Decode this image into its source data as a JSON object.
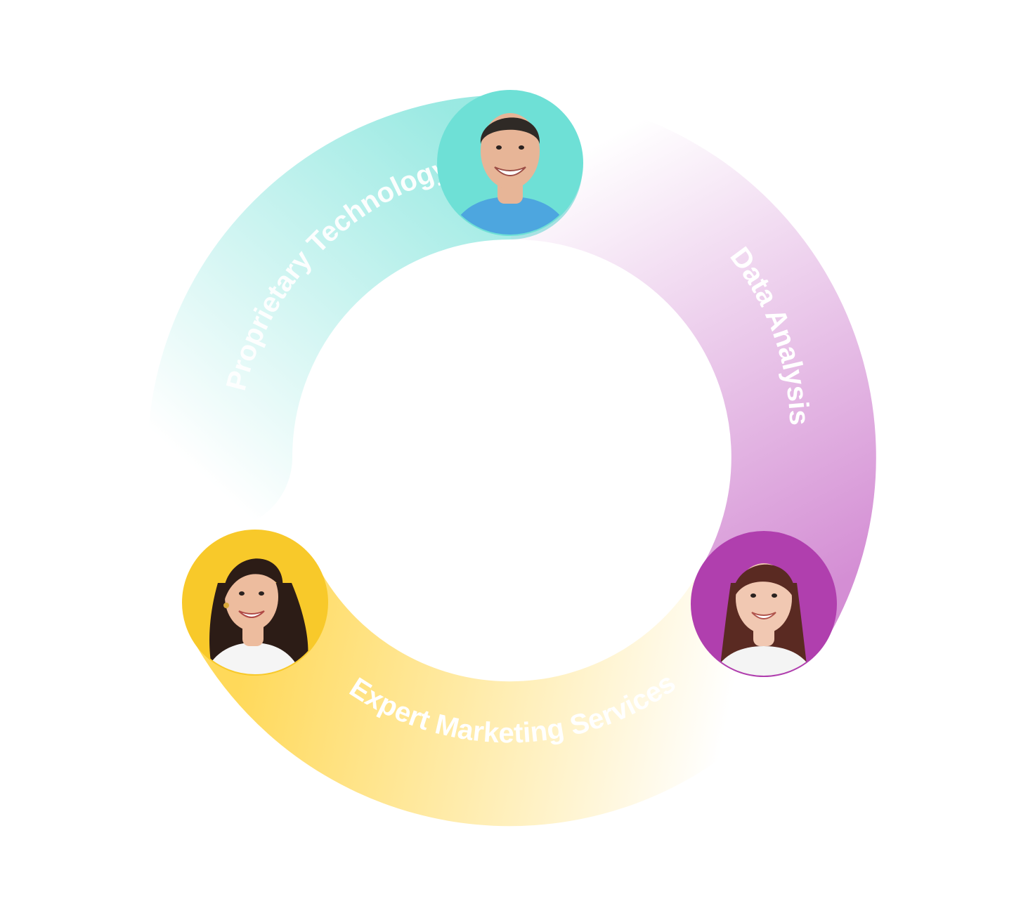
{
  "segments": [
    {
      "id": "proprietary",
      "label": "Proprietary Technology",
      "color": "#6ee0d6",
      "avatar": {
        "name": "man-avatar",
        "bg": "#6ee0d6",
        "hair": "#2f2a26",
        "skin": "#e7b597",
        "shirt": "#4da6df"
      }
    },
    {
      "id": "data",
      "label": "Data Analysis",
      "color": "#d48ed4",
      "avatar": {
        "name": "woman-red-hair-avatar",
        "bg": "#b03fae",
        "hair": "#5a2a22",
        "skin": "#f1c8b2",
        "shirt": "#f4f4f4"
      }
    },
    {
      "id": "expert",
      "label": "Expert Marketing Services",
      "color": "#ffd95a",
      "avatar": {
        "name": "woman-dark-hair-avatar",
        "bg": "#f8c92a",
        "hair": "#2c1c16",
        "skin": "#edbc9e",
        "shirt": "#f5f5f5"
      }
    }
  ]
}
